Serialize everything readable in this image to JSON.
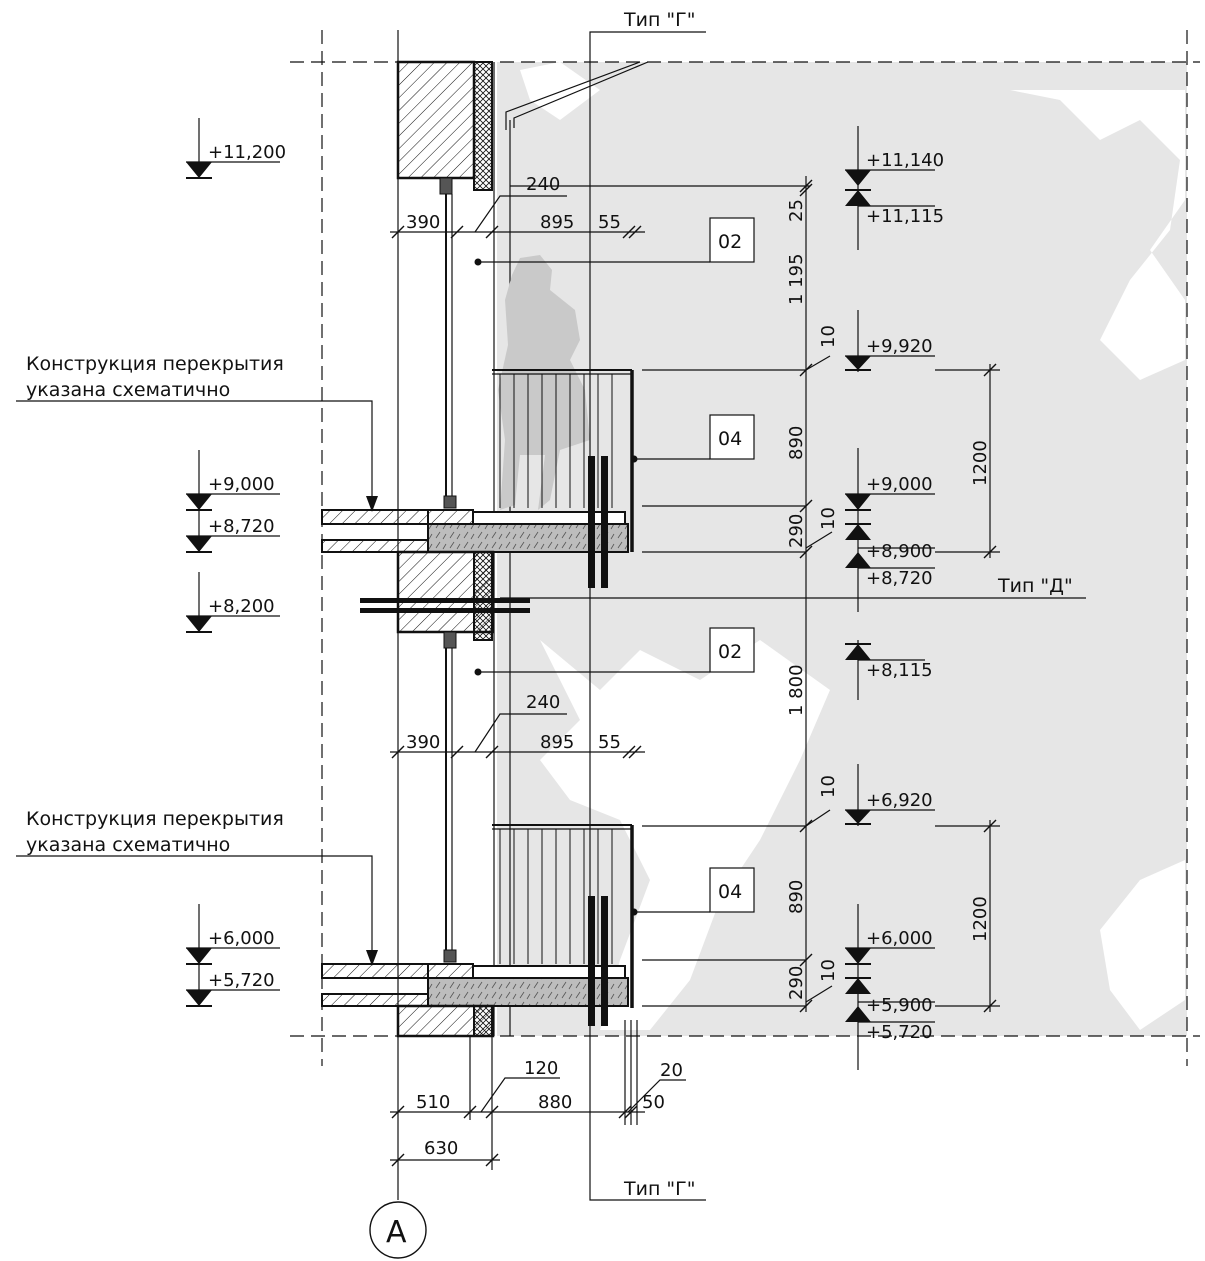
{
  "section_tags": {
    "top": "Тип \"Г\"",
    "bottom": "Тип \"Г\"",
    "right": "Тип \"Д\""
  },
  "notes": {
    "slab_note_line1": "Конструкция перекрытия",
    "slab_note_line2": "указана схематично"
  },
  "left_elevations": [
    "+11,200",
    "+9,000",
    "+8,720",
    "+8,200",
    "+6,000",
    "+5,720"
  ],
  "right_elevations_upper": [
    "+11,140",
    "+11,115",
    "+9,920",
    "+9,000",
    "+8,900",
    "+8,720",
    "+8,115"
  ],
  "right_elevations_lower": [
    "+6,920",
    "+6,000",
    "+5,900",
    "+5,720"
  ],
  "room_tags": [
    "02",
    "04",
    "02",
    "04"
  ],
  "horizontal_dims_upper": [
    "240",
    "390",
    "895",
    "55"
  ],
  "horizontal_dims_lower": [
    "240",
    "390",
    "895",
    "55"
  ],
  "horizontal_dims_bottom": [
    "120",
    "510",
    "880",
    "20",
    "50",
    "630"
  ],
  "vertical_dims_upper": [
    "25",
    "1 195",
    "10",
    "890",
    "10",
    "290"
  ],
  "vertical_dims_lower": [
    "1 800",
    "10",
    "890",
    "10",
    "290"
  ],
  "vertical_dims_railing": [
    "1200",
    "1200"
  ],
  "grid_axis": "A",
  "colors": {
    "line": "#111111",
    "background_fill": "#e6e6e6",
    "silhouette": "#c9c9c9",
    "slab_fill": "#bdbdbd"
  }
}
